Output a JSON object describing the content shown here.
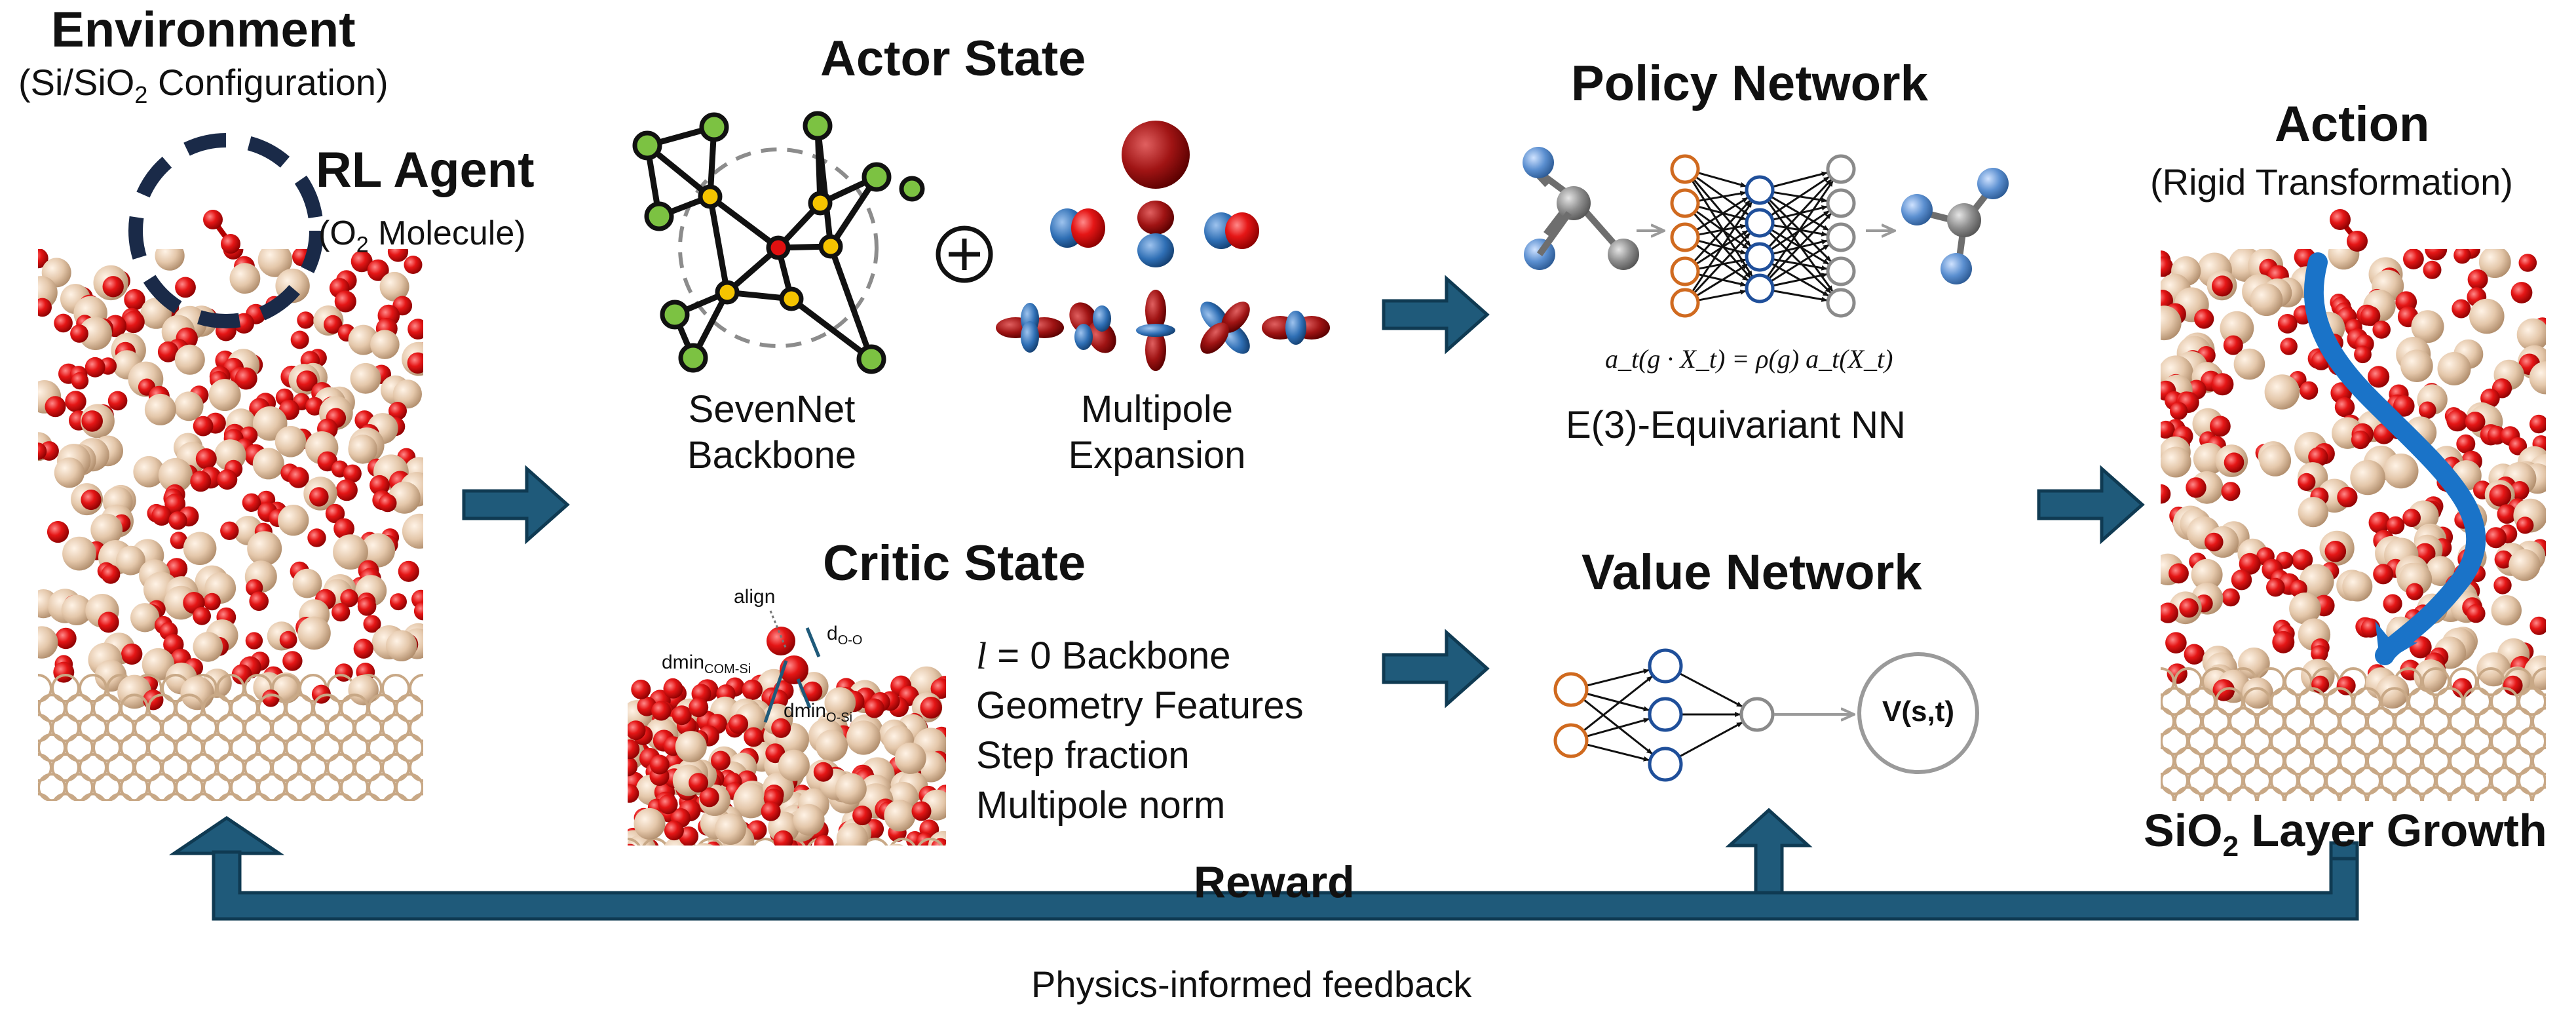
{
  "environment": {
    "title": "Environment",
    "subtitle_pre": "(Si/SiO",
    "subtitle_sub": "2",
    "subtitle_post": " Configuration)"
  },
  "agent": {
    "title": "RL Agent",
    "sub_pre": "(O",
    "sub_sub": "2",
    "sub_post": " Molecule)"
  },
  "actor": {
    "title": "Actor State",
    "backbone_l1": "SevenNet",
    "backbone_l2": "Backbone",
    "multipole_l1": "Multipole",
    "multipole_l2": "Expansion"
  },
  "policy": {
    "title": "Policy Network",
    "equation": "a_t(g · X_t) = ρ(g) a_t(X_t)",
    "label": "E(3)-Equivariant NN"
  },
  "action": {
    "title": "Action",
    "subtitle": "(Rigid Transformation)",
    "growth_pre": "SiO",
    "growth_sub": "2",
    "growth_post": " Layer Growth"
  },
  "critic": {
    "title": "Critic State",
    "align": "align",
    "d_oo": "d",
    "d_oo_sub": "O-O",
    "dmin_com": "dmin",
    "dmin_com_sub": "COM-Si",
    "dmin_osi": "dmin",
    "dmin_osi_sub": "O-Si",
    "l_symbol": "l",
    "l_eq": " = 0 Backbone",
    "feature2": "Geometry Features",
    "feature3": "Step fraction",
    "feature4": "Multipole norm"
  },
  "value": {
    "title": "Value Network",
    "output": "V(s,t)"
  },
  "feedback": {
    "reward": "Reward",
    "caption": "Physics-informed feedback"
  },
  "colors": {
    "arrow": "#1f5a7a",
    "arrow_dark": "#0f3a52",
    "oxygen": "#e01010",
    "silicon": "#e6cbb0",
    "agent_circle": "#1a2a48",
    "graph_node": "#7cc242",
    "graph_center": "#e01010",
    "graph_yellow": "#f5c400",
    "nn_orange": "#d06a1f",
    "nn_blue": "#1f4f9a",
    "nn_gray": "#8a8a8a",
    "atom_blue": "#5b8fd0",
    "atom_gray": "#8d8d8d",
    "trajectory": "#1a73c8"
  }
}
